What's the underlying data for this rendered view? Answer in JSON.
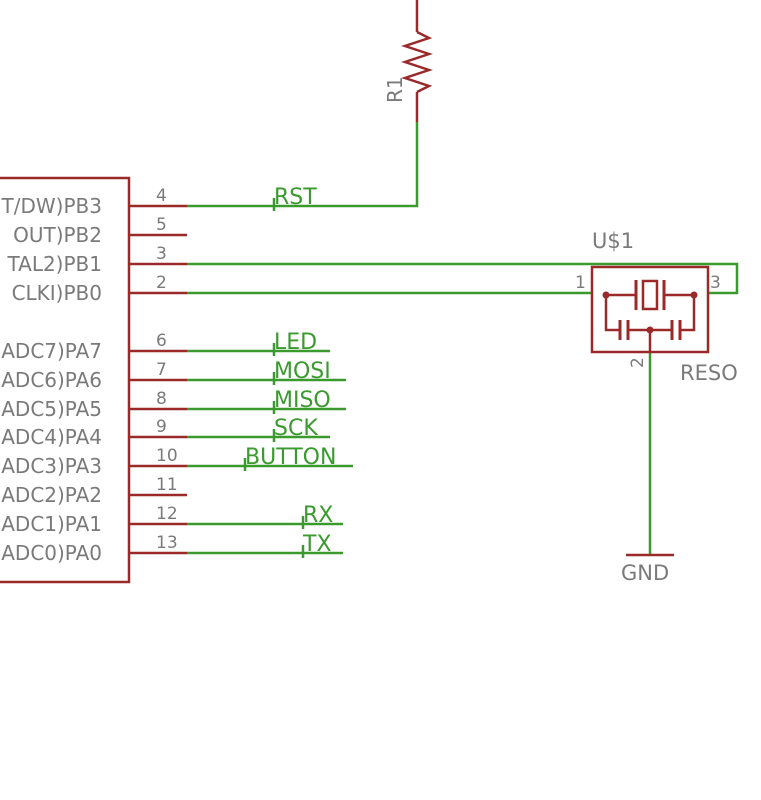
{
  "colors": {
    "wire": "#3a9a2e",
    "part": "#9a2a2a",
    "label": "#7a7a7a",
    "background": "#ffffff"
  },
  "mcu": {
    "pins": [
      {
        "pin_label": "T/DW)PB3",
        "pin_number": "4",
        "net": "RST"
      },
      {
        "pin_label": "OUT)PB2",
        "pin_number": "5",
        "net": ""
      },
      {
        "pin_label": "TAL2)PB1",
        "pin_number": "3",
        "net": ""
      },
      {
        "pin_label": "CLKI)PB0",
        "pin_number": "2",
        "net": ""
      },
      {
        "pin_label": "ADC7)PA7",
        "pin_number": "6",
        "net": "LED"
      },
      {
        "pin_label": "ADC6)PA6",
        "pin_number": "7",
        "net": "MOSI"
      },
      {
        "pin_label": "ADC5)PA5",
        "pin_number": "8",
        "net": "MISO"
      },
      {
        "pin_label": "ADC4)PA4",
        "pin_number": "9",
        "net": "SCK"
      },
      {
        "pin_label": "ADC3)PA3",
        "pin_number": "10",
        "net": "BUTTON"
      },
      {
        "pin_label": "ADC2)PA2",
        "pin_number": "11",
        "net": ""
      },
      {
        "pin_label": "ADC1)PA1",
        "pin_number": "12",
        "net": "RX"
      },
      {
        "pin_label": "ADC0)PA0",
        "pin_number": "13",
        "net": "TX"
      }
    ]
  },
  "resistor": {
    "name": "R1"
  },
  "resonator": {
    "name": "U$1",
    "value": "RESO",
    "pin_left": "1",
    "pin_right": "3",
    "pin_bottom": "2"
  },
  "ground": {
    "label": "GND"
  }
}
